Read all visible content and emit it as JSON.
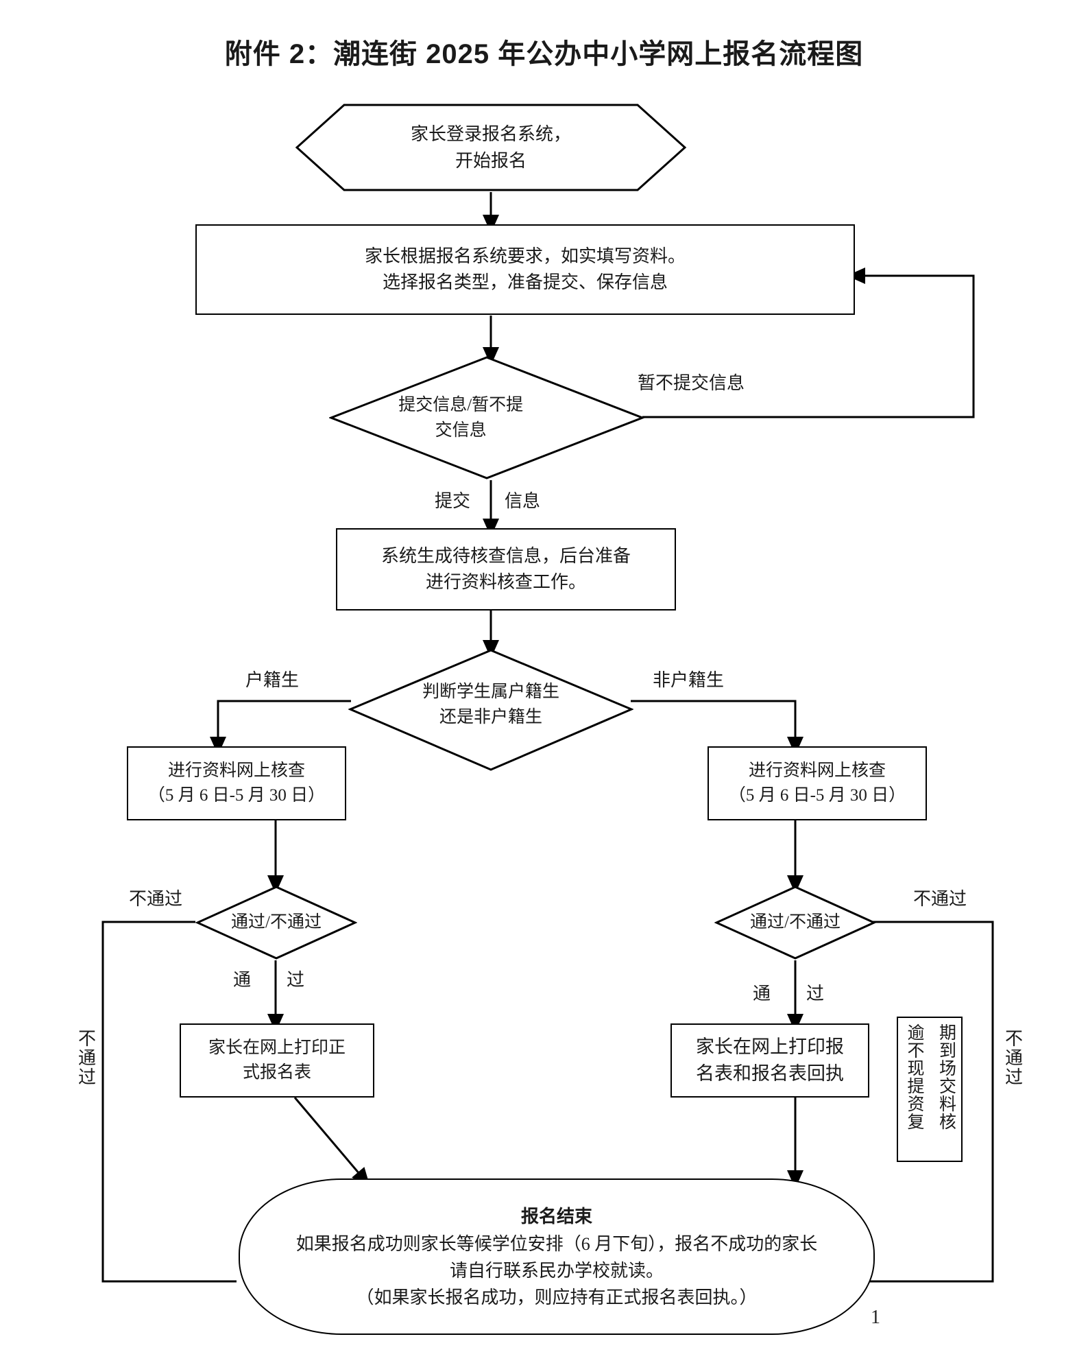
{
  "document": {
    "title": "附件 2：潮连街 2025 年公办中小学网上报名流程图",
    "page_number": "1"
  },
  "flowchart": {
    "type": "flowchart",
    "nodes": [
      {
        "id": "start",
        "shape": "hexagon",
        "lines": [
          "家长登录报名系统，",
          "开始报名"
        ]
      },
      {
        "id": "fill-form",
        "shape": "process",
        "lines": [
          "家长根据报名系统要求，如实填写资料。",
          "选择报名类型，准备提交、保存信息"
        ]
      },
      {
        "id": "submit-decision",
        "shape": "decision",
        "lines": [
          "提交信息/暂不提",
          "交信息"
        ]
      },
      {
        "id": "system-generate",
        "shape": "process",
        "lines": [
          "系统生成待核查信息，后台准备",
          "进行资料核查工作。"
        ]
      },
      {
        "id": "household-decision",
        "shape": "decision",
        "lines": [
          "判断学生属户籍生",
          "还是非户籍生"
        ]
      },
      {
        "id": "review-left",
        "shape": "process",
        "lines": [
          "进行资料网上核查",
          "（5 月 6 日-5 月 30 日）"
        ]
      },
      {
        "id": "review-right",
        "shape": "process",
        "lines": [
          "进行资料网上核查",
          "（5 月 6 日-5 月 30 日）"
        ]
      },
      {
        "id": "pass-decision-left",
        "shape": "decision",
        "lines": [
          "通过/不通过"
        ]
      },
      {
        "id": "pass-decision-right",
        "shape": "decision",
        "lines": [
          "通过/不通过"
        ]
      },
      {
        "id": "print-left",
        "shape": "process",
        "lines": [
          "家长在网上打印正",
          "式报名表"
        ]
      },
      {
        "id": "print-right",
        "shape": "process",
        "lines": [
          "家长在网上打印报",
          "名表和报名表回执"
        ]
      },
      {
        "id": "overdue-note",
        "shape": "vertical-note",
        "columns": [
          "期到场交料核",
          "逾不现提资复"
        ],
        "reading": "逾期不到场提交资料复核"
      },
      {
        "id": "end",
        "shape": "terminator",
        "heading": "报名结束",
        "lines": [
          "如果报名成功则家长等候学位安排（6 月下旬），报名不成功的家长",
          "请自行联系民办学校就读。",
          "（如果家长报名成功，则应持有正式报名表回执。）"
        ]
      }
    ],
    "edge_labels": {
      "hold_submit": "暂不提交信息",
      "submit_left": "提交",
      "submit_right": "信息",
      "household_yes": "户籍生",
      "household_no": "非户籍生",
      "fail_left_top": "不通过",
      "fail_right_top": "不通过",
      "pass_left_a": "通",
      "pass_left_b": "过",
      "pass_right_a": "通",
      "pass_right_b": "过",
      "fail_left_vertical": "不通过",
      "fail_right_vertical": "不通过"
    }
  }
}
